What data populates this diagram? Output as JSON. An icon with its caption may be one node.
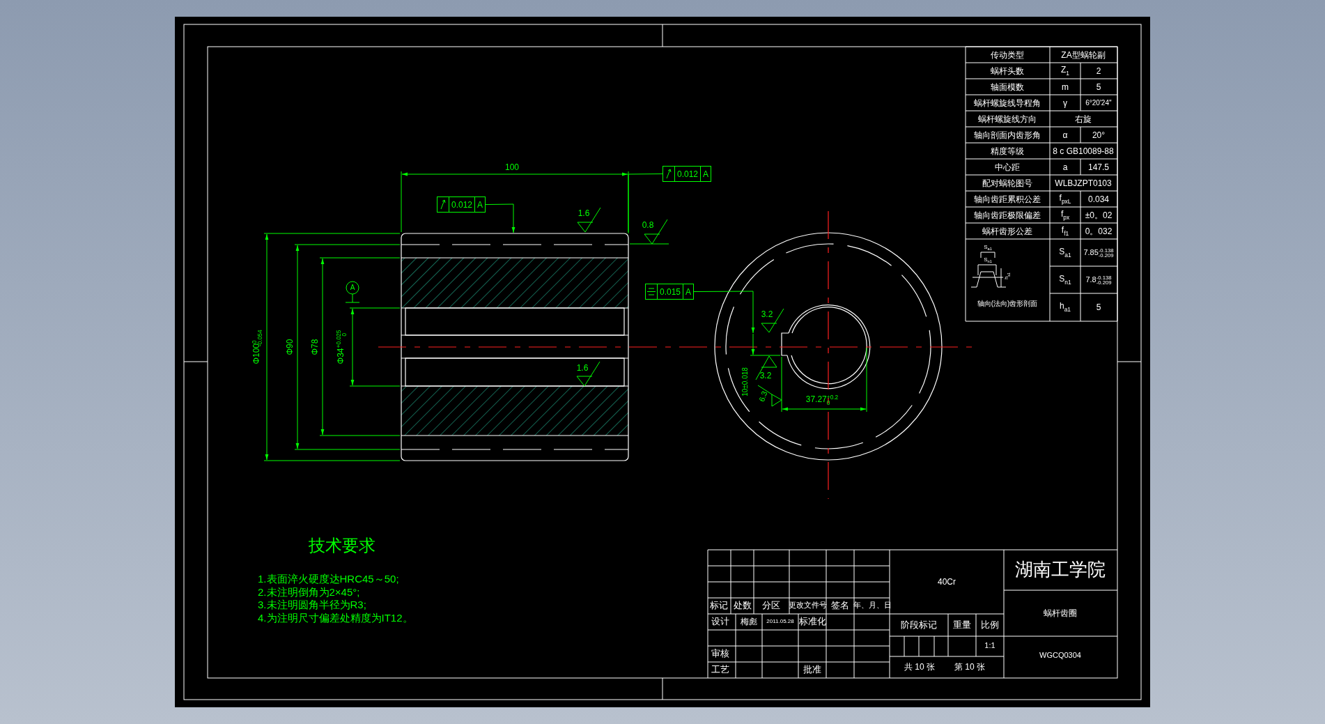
{
  "diagram": {
    "nodes": [
      {
        "text": [
          "0.012",
          "A"
        ]
      },
      {
        "text": [
          "0.012",
          "A"
        ]
      },
      {
        "text": [
          "0.015",
          "A"
        ]
      },
      {
        "text": [],
        "shape": "picture"
      },
      {
        "text": [],
        "shape": "picture"
      }
    ],
    "edges": [
      {
        "from": 0,
        "to": 3,
        "arrow": "none"
      },
      {
        "from": 1,
        "to": 3,
        "arrow": "to"
      },
      {
        "from": 2,
        "to": 4,
        "arrow": "to"
      }
    ],
    "labels": [
      "传动类型",
      "ZA型蜗轮副",
      "蜗杆头数",
      "Z$_{1}$",
      "2",
      "轴面模数",
      "m",
      "5",
      "蜗杆螺旋线导程角",
      "γ",
      "6°20'24''",
      "蜗杆螺旋线方向",
      "右旋",
      "轴向剖面内齿形角",
      "α",
      "20°",
      "精度等级",
      "8 c GB10089-88",
      "中心距",
      "a",
      "147.5",
      "配对蜗轮图号",
      "WLBJZPT0103",
      "轴向齿距累积公差",
      "f$_{pxL}$",
      "0.034",
      "轴向齿距极限偏差",
      "f$_{px}$",
      "±0。02",
      "蜗杆齿形公差",
      "f$_{f1}$",
      "0。032",
      "S$_{a1}$",
      "S$_{n1}$",
      "h$_{a1}$",
      "轴向(法向)齿形剖面",
      "S$_{a1}$",
      "7.85$^{-0.138}$$_{-0.209}$",
      "S$_{n1}$",
      "7.8$^{-0.138}$$_{-0.209}$",
      "h$_{a1}$",
      "5",
      "100",
      "1.6",
      "0.8",
      "A",
      "Φ100$^{0}$$_{-0.054}$",
      "Φ90",
      "Φ78",
      "Φ34$^{+0.025}$$_{0}$",
      "1.6",
      "3.2",
      "3.2",
      "10±0.018",
      "6.3",
      "37.27$^{+0.2}$$_{0}$",
      "技术要求",
      "1.表面淬火硬度达HRC45～50;",
      "2.未注明倒角为2×45°;",
      "3.未注明圆角半径为R3;",
      "4.为注明尺寸偏差处精度为IT12。",
      "40Cr",
      "湖南工学院",
      "标记",
      "处数",
      "分区",
      "更改文件号",
      "签名",
      "年、月、日",
      "蜗杆齿圈",
      "设计",
      "梅彪",
      "2011.05.28",
      "标准化",
      "阶段标记",
      "重量",
      "比例",
      "1:1",
      "审核",
      "WGCQ0304",
      "工艺",
      "批准",
      "共 10 张",
      "第 10 张"
    ]
  }
}
